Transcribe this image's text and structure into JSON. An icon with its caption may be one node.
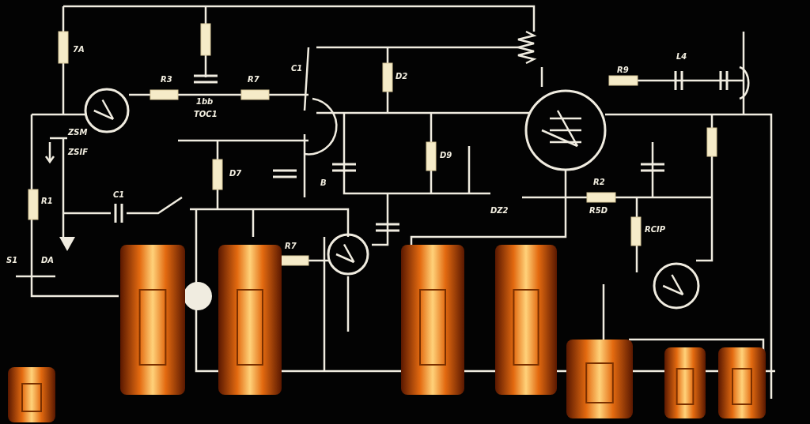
{
  "diagram": {
    "labels": [
      "7A",
      "R3",
      "R7",
      "1bb",
      "TOC1",
      "C1",
      "ZSM",
      "ZSIF",
      "D2",
      "R1",
      "C1",
      "D7",
      "B",
      "D9",
      "DZ2",
      "S1",
      "DA",
      "R7",
      "R9",
      "L4",
      "R2",
      "R5D",
      "RCIP"
    ]
  }
}
